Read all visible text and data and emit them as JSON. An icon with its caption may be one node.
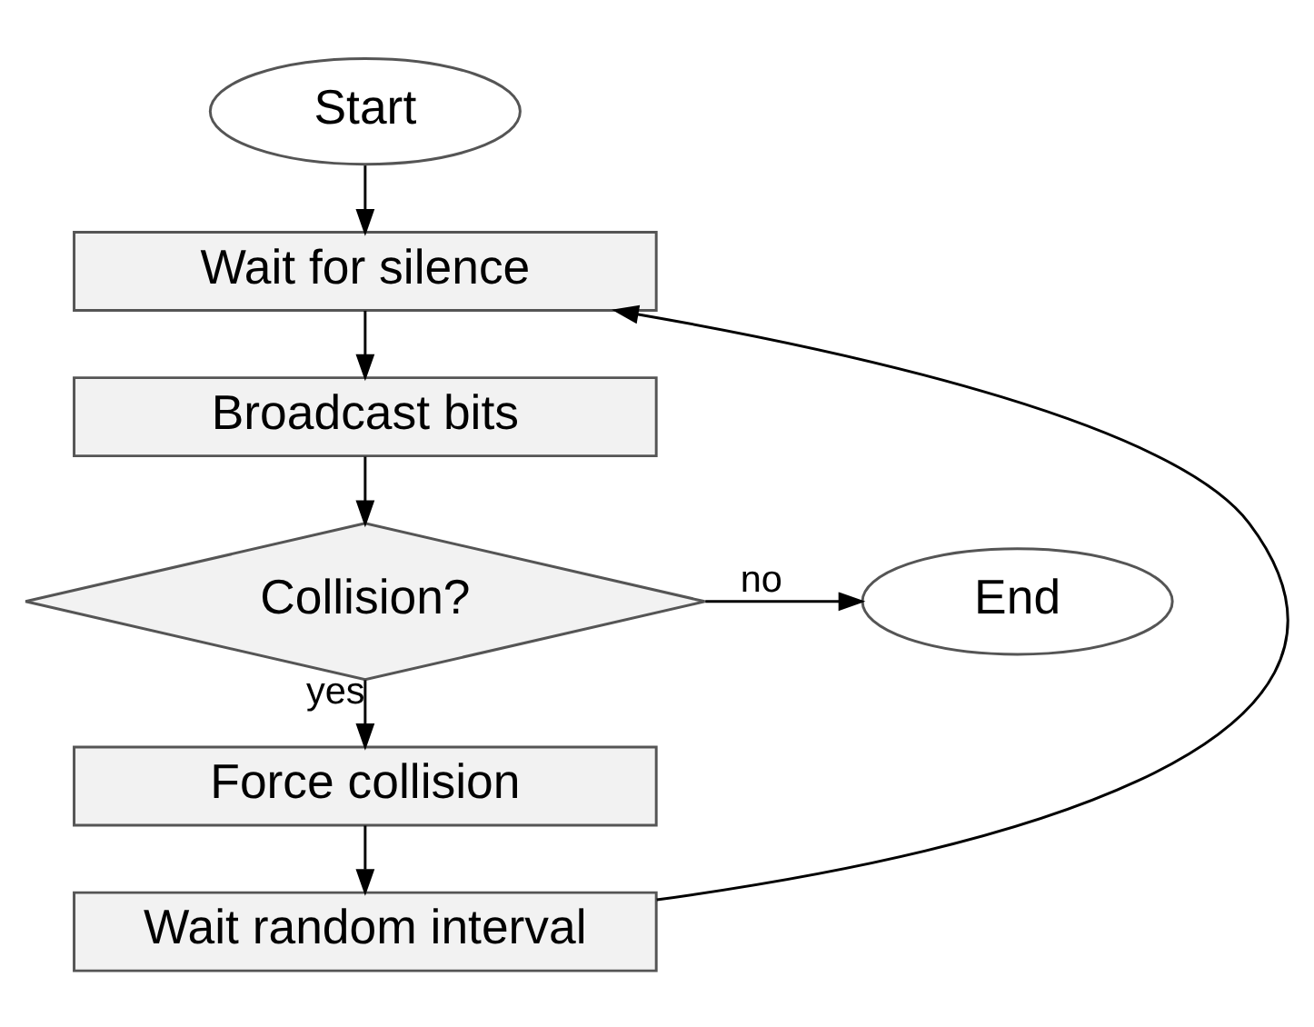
{
  "diagram": {
    "nodes": [
      {
        "text": [
          "Start"
        ]
      },
      {
        "text": [
          "Wait for silence"
        ]
      },
      {
        "text": [
          "Broadcast bits"
        ]
      },
      {
        "text": [
          "Collision?"
        ]
      },
      {
        "text": [
          "End"
        ]
      },
      {
        "text": [
          "Force collision"
        ]
      },
      {
        "text": [
          "Wait random interval"
        ]
      }
    ],
    "edges": [
      {
        "from": 0,
        "to": 1,
        "arrow": "to"
      },
      {
        "from": 1,
        "to": 2,
        "arrow": "to"
      },
      {
        "from": 2,
        "to": 3,
        "arrow": "to"
      },
      {
        "from": 3,
        "to": 4,
        "arrow": "to",
        "label": "no"
      },
      {
        "from": 3,
        "to": 5,
        "arrow": "to",
        "label": "yes"
      },
      {
        "from": 5,
        "to": 6,
        "arrow": "to"
      },
      {
        "from": 6,
        "to": 1,
        "arrow": "to"
      }
    ]
  }
}
